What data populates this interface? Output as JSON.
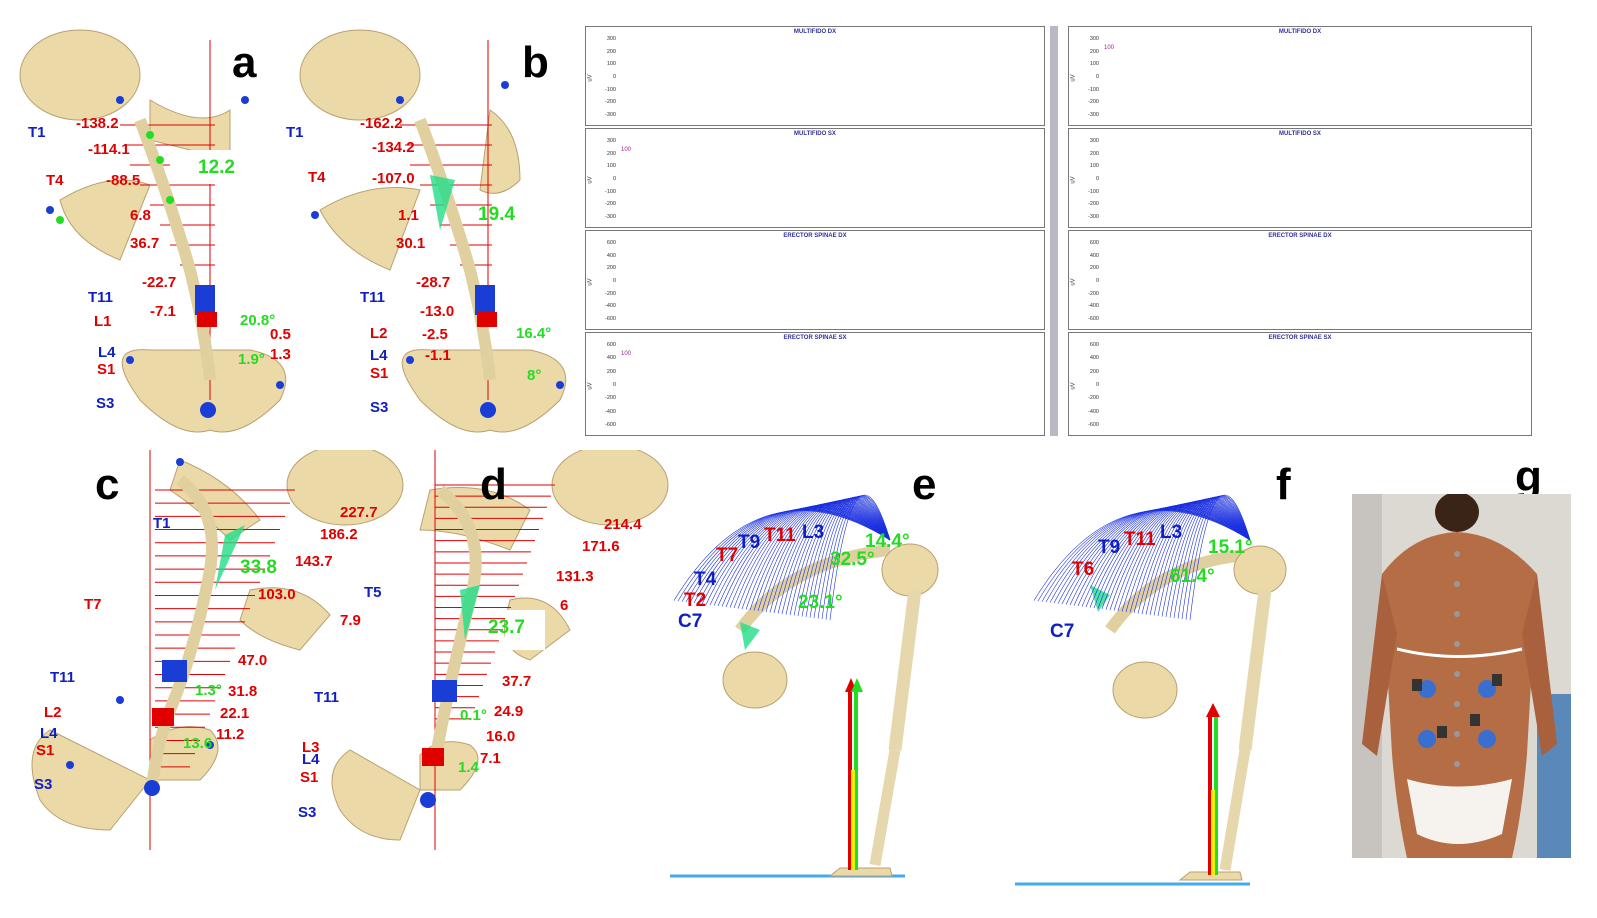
{
  "panels": {
    "a": {
      "letter": "a",
      "blue_labels": [
        "T1",
        "T11",
        "L4",
        "S3"
      ],
      "red_labels": [
        "T4",
        "L1",
        "S1",
        "-138.2",
        "-114.1",
        "-88.5",
        "6.8",
        "36.7",
        "-22.7",
        "-7.1",
        "0.5",
        "1.3"
      ],
      "green_labels": [
        "12.2",
        "20.8°",
        "1.9°"
      ]
    },
    "b": {
      "letter": "b",
      "blue_labels": [
        "T1",
        "T11",
        "L4",
        "S3"
      ],
      "red_labels": [
        "T4",
        "L2",
        "S1",
        "-162.2",
        "-134.2",
        "-107.0",
        "1.1",
        "30.1",
        "-28.7",
        "-13.0",
        "-2.5",
        "-1.1"
      ],
      "green_labels": [
        "19.4",
        "16.4°",
        "8°"
      ]
    },
    "c": {
      "letter": "c",
      "blue_labels": [
        "T1",
        "T11",
        "L4",
        "S3"
      ],
      "red_labels": [
        "T7",
        "L2",
        "S1",
        "227.7",
        "186.2",
        "143.7",
        "103.0",
        "7.9",
        "47.0",
        "31.8",
        "22.1",
        "11.2"
      ],
      "green_labels": [
        "33.8",
        "1.3°",
        "13.6"
      ]
    },
    "d": {
      "letter": "d",
      "blue_labels": [
        "T5",
        "T11",
        "L4",
        "S3"
      ],
      "red_labels": [
        "L3",
        "S1",
        "214.4",
        "171.6",
        "131.3",
        "6",
        "37.7",
        "24.9",
        "16.0",
        "7.1"
      ],
      "green_labels": [
        "23.7",
        "0.1°",
        "1.4"
      ]
    },
    "e": {
      "letter": "e",
      "blue_labels": [
        "T9",
        "L3",
        "T4",
        "C7"
      ],
      "red_labels": [
        "T11",
        "T7",
        "T2"
      ],
      "green_labels": [
        "14.4°",
        "32.5°",
        "23.1°"
      ]
    },
    "f": {
      "letter": "f",
      "blue_labels": [
        "T9",
        "L3",
        "C7"
      ],
      "red_labels": [
        "T11",
        "T6"
      ],
      "green_labels": [
        "15.1°",
        "61.4°"
      ]
    },
    "g": {
      "letter": "g"
    }
  },
  "emg": {
    "columns": [
      {
        "rows": [
          {
            "title": "MULTIFIDO DX",
            "ticks": [
              "300",
              "200",
              "100",
              "0",
              "-100",
              "-200",
              "-300"
            ],
            "unit": "uV",
            "tag": ""
          },
          {
            "title": "MULTIFIDO SX",
            "ticks": [
              "300",
              "200",
              "100",
              "0",
              "-100",
              "-200",
              "-300"
            ],
            "unit": "uV",
            "tag": "100"
          },
          {
            "title": "ERECTOR SPINAE DX",
            "ticks": [
              "600",
              "400",
              "200",
              "0",
              "-200",
              "-400",
              "-600"
            ],
            "unit": "uV",
            "tag": ""
          },
          {
            "title": "ERECTOR SPINAE SX",
            "ticks": [
              "600",
              "400",
              "200",
              "0",
              "-200",
              "-400",
              "-600"
            ],
            "unit": "uV",
            "tag": "100"
          }
        ]
      },
      {
        "rows": [
          {
            "title": "MULTIFIDO DX",
            "ticks": [
              "300",
              "200",
              "100",
              "0",
              "-100",
              "-200",
              "-300"
            ],
            "unit": "uV",
            "tag": "100"
          },
          {
            "title": "MULTIFIDO SX",
            "ticks": [
              "300",
              "200",
              "100",
              "0",
              "-100",
              "-200",
              "-300"
            ],
            "unit": "uV",
            "tag": ""
          },
          {
            "title": "ERECTOR SPINAE DX",
            "ticks": [
              "600",
              "400",
              "200",
              "0",
              "-200",
              "-400",
              "-600"
            ],
            "unit": "uV",
            "tag": ""
          },
          {
            "title": "ERECTOR SPINAE SX",
            "ticks": [
              "600",
              "400",
              "200",
              "0",
              "-200",
              "-400",
              "-600"
            ],
            "unit": "uV",
            "tag": ""
          }
        ]
      }
    ]
  },
  "colors": {
    "red_label": "#e00000",
    "blue_label": "#1020c0",
    "green_label": "#22dd22",
    "emg_trace": "#ff0000",
    "emg_envelope": "#a0208f",
    "bone": "#ecd9a8"
  }
}
